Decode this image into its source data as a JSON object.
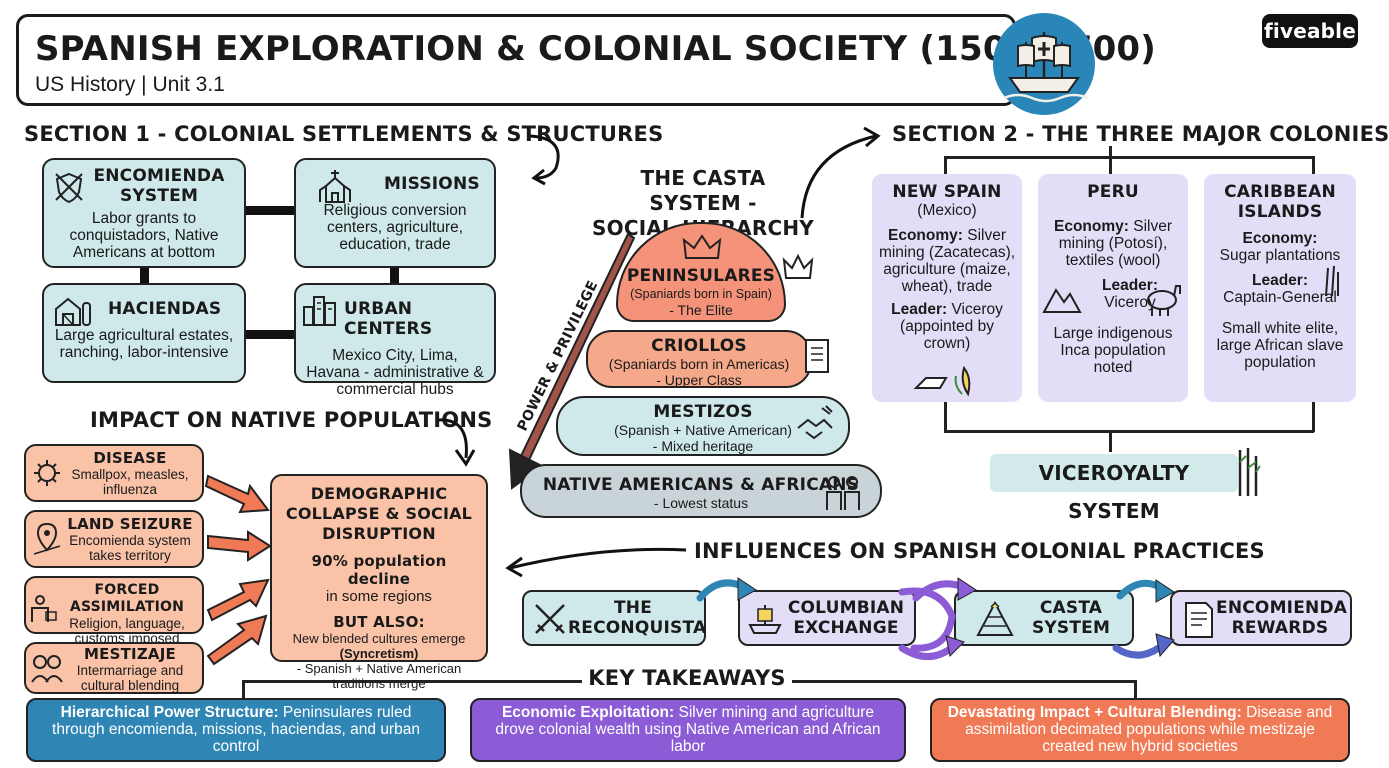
{
  "header": {
    "title": "SPANISH EXPLORATION & COLONIAL SOCIETY (1500-1700)",
    "subtitle": "US History | Unit 3.1",
    "brand": "fiveable"
  },
  "section1": {
    "heading": "SECTION 1 - COLONIAL SETTLEMENTS & STRUCTURES",
    "cards": [
      {
        "title": "ENCOMIENDA SYSTEM",
        "desc": "Labor grants to conquistadors, Native Americans at bottom",
        "icon": "crossed-swords-shield-icon"
      },
      {
        "title": "MISSIONS",
        "desc": "Religious conversion centers, agriculture, education, trade",
        "icon": "church-icon"
      },
      {
        "title": "HACIENDAS",
        "desc": "Large agricultural estates, ranching, labor-intensive",
        "icon": "barn-icon"
      },
      {
        "title": "URBAN CENTERS",
        "desc": "Mexico City, Lima, Havana - administrative & commercial hubs",
        "icon": "city-icon"
      }
    ]
  },
  "casta": {
    "heading_line1": "THE CASTA SYSTEM -",
    "heading_line2": "SOCIAL HIERARCHY",
    "arrow_label": "POWER & PRIVILEGE",
    "tiers": [
      {
        "title": "PENINSULARES",
        "line1": "(Spaniards born in Spain)",
        "line2": "- The Elite",
        "color": "#f4937a",
        "icon": "crown-icon"
      },
      {
        "title": "CRIOLLOS",
        "line1": "(Spaniards born in Americas)",
        "line2": "- Upper Class",
        "color": "#f6a98a",
        "icon": "scroll-icon"
      },
      {
        "title": "MESTIZOS",
        "line1": "(Spanish + Native American)",
        "line2": "- Mixed heritage",
        "color": "#cfe8ea",
        "icon": "handshake-icon"
      },
      {
        "title": "NATIVE AMERICANS & AFRICANS",
        "line1": "- Lowest status",
        "line2": "",
        "color": "#c9d4d8",
        "icon": "people-icon"
      }
    ]
  },
  "section2": {
    "heading": "SECTION 2 - THE THREE MAJOR COLONIES",
    "colonies": [
      {
        "title": "NEW SPAIN",
        "sub": "(Mexico)",
        "econ_label": "Economy:",
        "econ": "Silver mining (Zacatecas), agriculture (maize, wheat), trade",
        "leader_label": "Leader:",
        "leader": "Viceroy (appointed by crown)",
        "note": ""
      },
      {
        "title": "PERU",
        "sub": "",
        "econ_label": "Economy:",
        "econ": "Silver mining (Potosí), textiles (wool)",
        "leader_label": "Leader:",
        "leader": "Viceroy",
        "note": "Large indigenous Inca population noted"
      },
      {
        "title": "CARIBBEAN ISLANDS",
        "sub": "",
        "econ_label": "Economy:",
        "econ": "Sugar plantations",
        "leader_label": "Leader:",
        "leader": "Captain-General",
        "note": "Small white elite, large African slave population"
      }
    ],
    "viceroyalty": "VICEROYALTY SYSTEM"
  },
  "impact": {
    "heading": "IMPACT ON NATIVE POPULATIONS",
    "causes": [
      {
        "title": "DISEASE",
        "desc": "Smallpox, measles, influenza",
        "icon": "virus-icon"
      },
      {
        "title": "LAND SEIZURE",
        "desc": "Encomienda system takes territory",
        "icon": "map-pin-icon"
      },
      {
        "title": "FORCED ASSIMILATION",
        "desc": "Religion, language, customs imposed",
        "icon": "person-book-icon"
      },
      {
        "title": "MESTIZAJE",
        "desc": "Intermarriage and cultural blending",
        "icon": "couple-icon"
      }
    ],
    "result": {
      "title": "DEMOGRAPHIC COLLAPSE & SOCIAL DISRUPTION",
      "stat": "90% population decline",
      "stat_sub": "in some regions",
      "but": "BUT ALSO:",
      "line1": "New blended cultures emerge",
      "line2": "(Syncretism)",
      "line3": "- Spanish + Native American traditions merge"
    }
  },
  "influences": {
    "heading": "INFLUENCES ON SPANISH COLONIAL PRACTICES",
    "items": [
      {
        "label": "THE RECONQUISTA",
        "icon": "swords-icon",
        "color": "#cfe8ea"
      },
      {
        "label": "COLUMBIAN EXCHANGE",
        "icon": "ship-icon",
        "color": "#e3ddf7"
      },
      {
        "label": "CASTA SYSTEM",
        "icon": "pyramid-icon",
        "color": "#cfe8ea"
      },
      {
        "label": "ENCOMIENDA REWARDS",
        "icon": "document-icon",
        "color": "#e3ddf7"
      }
    ]
  },
  "takeaways": {
    "heading": "KEY TAKEAWAYS",
    "items": [
      {
        "bold": "Hierarchical Power Structure:",
        "text": " Peninsulares ruled through encomienda, missions, haciendas, and urban control",
        "color": "#2f86b5"
      },
      {
        "bold": "Economic Exploitation:",
        "text": " Silver mining and agriculture drove colonial wealth using Native American and African labor",
        "color": "#8b5cd6"
      },
      {
        "bold": "Devastating Impact + Cultural Blending:",
        "text": " Disease and assimilation decimated populations while mestizaje created new hybrid societies",
        "color": "#f07a55"
      }
    ]
  }
}
